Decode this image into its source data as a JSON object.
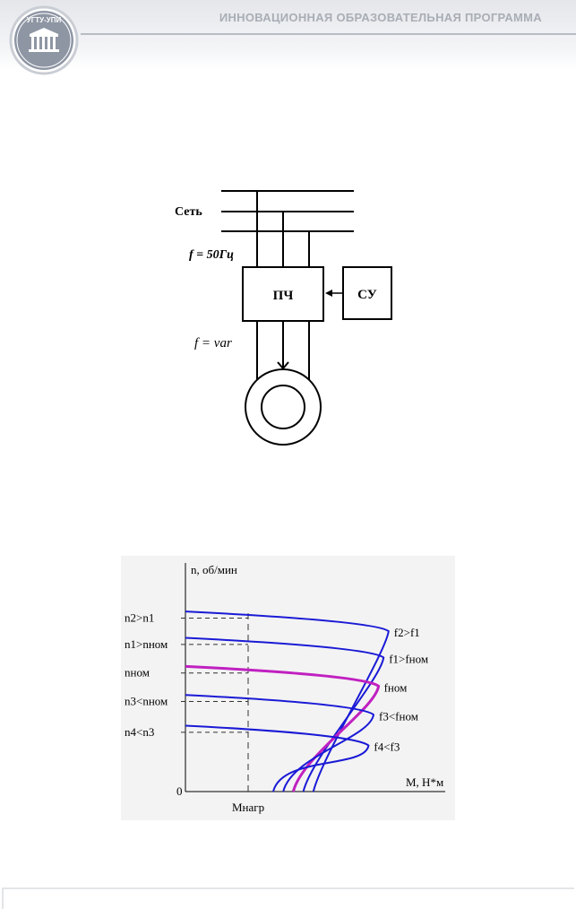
{
  "header": {
    "title": "ИННОВАЦИОННАЯ ОБРАЗОВАТЕЛЬНАЯ ПРОГРАММА",
    "logo_text": "УГТУ-УПИ"
  },
  "scheme": {
    "grid_label": "Сеть",
    "input_freq_label": "f = 50Гц",
    "converter_label": "ПЧ",
    "control_label": "СУ",
    "output_freq_label": "f = var"
  },
  "chart": {
    "y_axis_label": "n, об/мин",
    "x_axis_label": "M, Н*м",
    "origin_label": "0",
    "load_label": "Mнагр",
    "speed_labels": [
      "n2>n1",
      "n1>nном",
      "nном",
      "n3<nном",
      "n4<n3"
    ],
    "freq_labels": [
      "f2>f1",
      "f1>fном",
      "fном",
      "f3<fном",
      "f4<f3"
    ],
    "colors": {
      "curves": "#1a1ad6",
      "nominal": "#c020c0",
      "axis": "#000000",
      "dashed": "#333333"
    }
  },
  "chart_data": {
    "type": "line",
    "title": "",
    "xlabel": "M, Н*м",
    "ylabel": "n, об/мин",
    "series": [
      {
        "name": "f2>f1",
        "x0": 0.0,
        "y0": 0.82
      },
      {
        "name": "f1>fном",
        "x0": 0.0,
        "y0": 0.7
      },
      {
        "name": "fном",
        "x0": 0.0,
        "y0": 0.57,
        "highlight": true
      },
      {
        "name": "f3<fном",
        "x0": 0.0,
        "y0": 0.44
      },
      {
        "name": "f4<f3",
        "x0": 0.0,
        "y0": 0.3
      }
    ]
  }
}
